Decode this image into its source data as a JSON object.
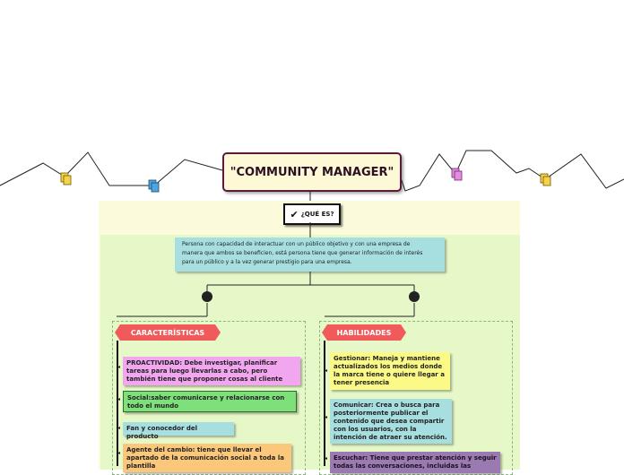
{
  "title": "\"COMMUNITY MANAGER\"",
  "question": "¿QUÉ ES?",
  "definition": "Persona con capacidad de interactuar con un público objetivo y con una empresa de\nmanera que ambos se beneficien, está persona tiene que generar información de interés\npara un público y a la vez generar prestigio para una empresa.",
  "left_section": {
    "label": "CARACTERÍSTICAS",
    "items": [
      "PROACTIVIDAD: Debe investigar, planificar\ntareas para luego llevarlas a cabo, pero\ntambién tiene que proponer cosas al cliente",
      "Social:saber comunicarse y relacionarse con\ntodo el mundo",
      "Fan y conocedor del producto",
      "Agente del cambio: tiene que llevar el\napartado de la comunicación social a toda la\nplantilla"
    ]
  },
  "right_section": {
    "label": "HABILIDADES",
    "items": [
      "Gestionar: Maneja y mantiene\nactualizados los medios donde\nla marca tiene o quiere llegar a\ntener presencia",
      "Comunicar: Crea o busca para\nposteriormente publicar el\ncontenido que desea compartir\ncon los usuarios, con la\nintención de atraer su atención.",
      "Escuchar: Tiene que prestar atención y seguir\ntodas las conversaciones, incluidas las"
    ]
  },
  "colors": {
    "title_border": "#5a1b3a",
    "title_fill": "#fdf8d6",
    "panel_outer": "#fbfbdc",
    "panel_inner": "#e6f8c8",
    "definition_fill": "#a7dfe0",
    "section_label": "#f05a5a",
    "item_pink": "#f3a6f0",
    "item_green": "#7ee07a",
    "item_blue": "#a7dfe0",
    "item_orange": "#fbc77a",
    "item_yellow": "#fbfa86",
    "item_purple": "#9a7ab0"
  },
  "icons": [
    "document-icon-yellow",
    "document-icon-blue",
    "document-icon-pink",
    "document-icon-yellow"
  ]
}
